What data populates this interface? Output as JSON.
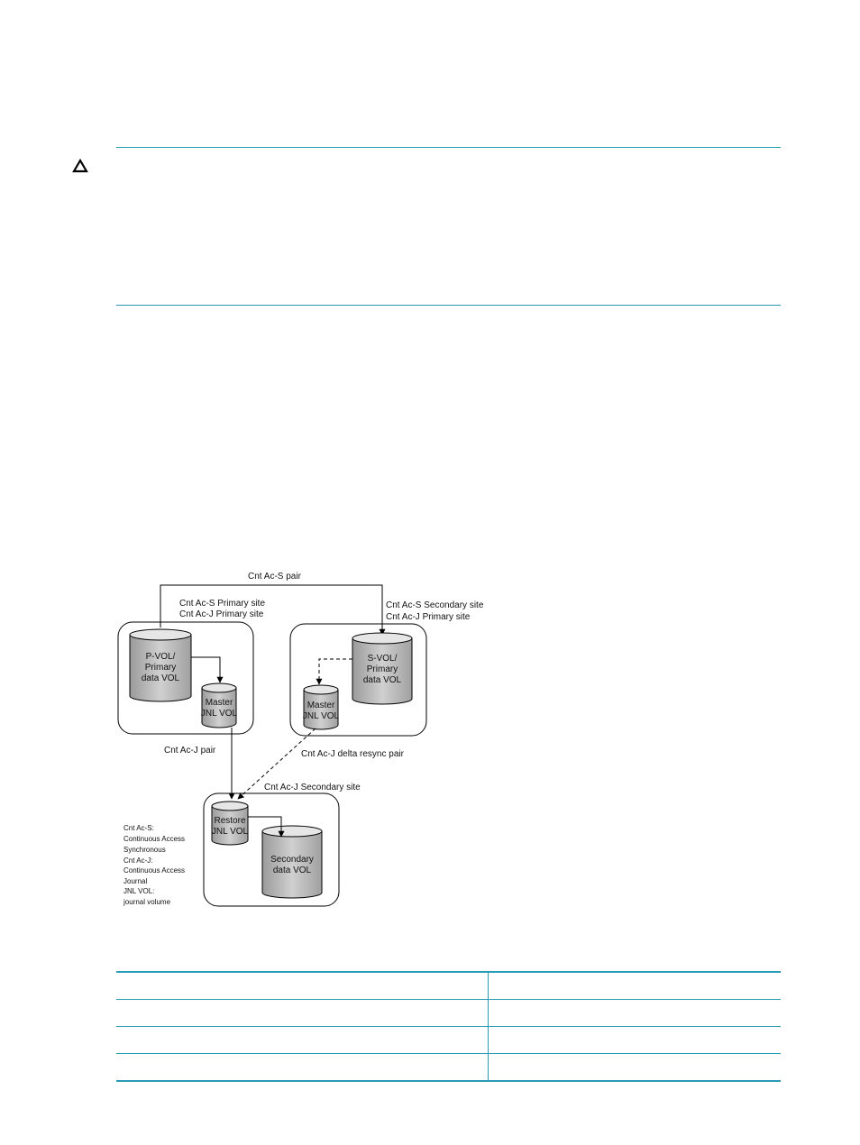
{
  "diagram": {
    "pair_top": "Cnt Ac-S pair",
    "site_primary_line1": "Cnt Ac-S Primary site",
    "site_primary_line2": "Cnt Ac-J Primary site",
    "site_secondary_line1": "Cnt Ac-S Secondary site",
    "site_secondary_line2": "Cnt Ac-J  Primary site",
    "pvol": [
      "P-VOL/",
      "Primary",
      "data VOL"
    ],
    "svol": [
      "S-VOL/",
      "Primary",
      "data VOL"
    ],
    "master1": [
      "Master",
      "JNL VOL"
    ],
    "master2": [
      "Master",
      "JNL VOL"
    ],
    "restore": [
      "Restore",
      "JNL VOL"
    ],
    "secondary_data": [
      "Secondary",
      "data VOL"
    ],
    "pair_acj": "Cnt Ac-J  pair",
    "delta_resync": "Cnt Ac-J  delta resync pair",
    "site_acj_secondary": "Cnt Ac-J  Secondary site",
    "legend": [
      "Cnt Ac-S:",
      "Continuous Access",
      "Synchronous",
      "Cnt Ac-J:",
      "Continuous Access",
      "Journal",
      "JNL VOL:",
      "journal volume"
    ]
  },
  "table": {
    "rows": [
      [
        "",
        ""
      ],
      [
        "",
        ""
      ],
      [
        "",
        ""
      ],
      [
        "",
        ""
      ]
    ]
  }
}
